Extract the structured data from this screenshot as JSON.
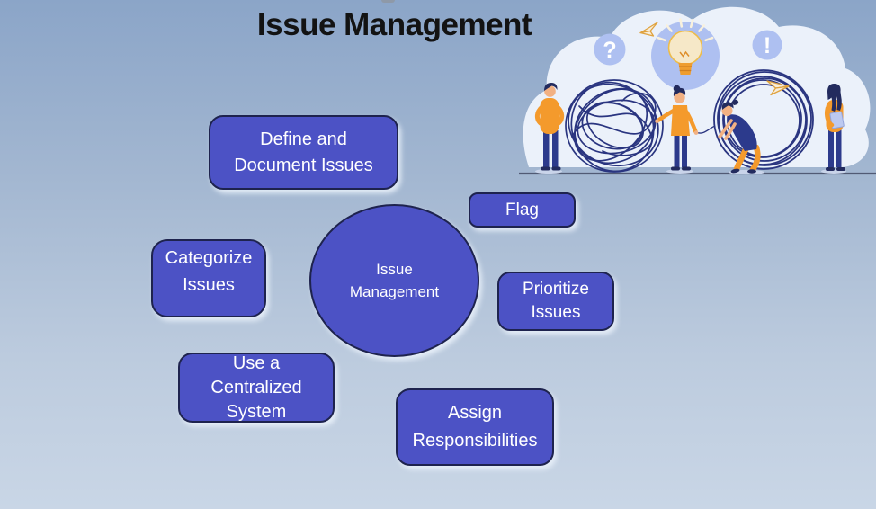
{
  "title": "Issue Management",
  "colors": {
    "background_top": "#8BA5C8",
    "background_bottom": "#C9D6E6",
    "node_fill": "#4C52C5",
    "node_border": "#1E234E",
    "node_text": "#FFFFFF",
    "title_text": "#131313",
    "illustration_navy": "#2A3580",
    "illustration_orange": "#F49A2C",
    "illustration_periwinkle": "#AEC0F1",
    "illustration_cloud": "#EBF1FA"
  },
  "center_node": {
    "lines": [
      "Issue",
      "Management"
    ]
  },
  "nodes": [
    {
      "id": "define-and-document-issues",
      "lines": [
        "Define and",
        "Document Issues"
      ]
    },
    {
      "id": "flag",
      "lines": [
        "Flag"
      ]
    },
    {
      "id": "categorize-issues",
      "lines": [
        "Categorize",
        "Issues"
      ]
    },
    {
      "id": "prioritize-issues",
      "lines": [
        "Prioritize",
        "Issues"
      ]
    },
    {
      "id": "use-a-centralized-system",
      "lines": [
        "Use a",
        "Centralized",
        "System"
      ]
    },
    {
      "id": "assign-responsibilities",
      "lines": [
        "Assign",
        "Responsibilities"
      ]
    }
  ],
  "illustration": {
    "question_glyph": "?",
    "exclamation_glyph": "!"
  }
}
